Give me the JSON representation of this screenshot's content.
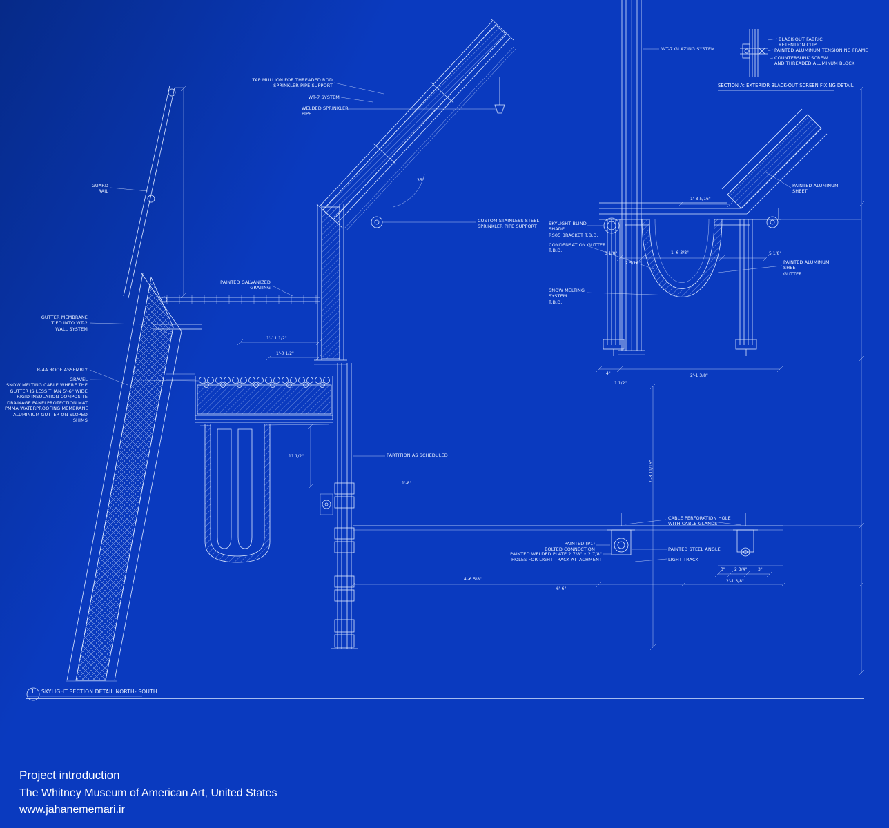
{
  "colors": {
    "background": "#0a3abf",
    "line": "#dce8ff",
    "text": "#eaf1ff",
    "footer_text": "#ffffff"
  },
  "drawing_title": {
    "bubble_number": "1",
    "title": "SKYLIGHT SECTION DETAIL NORTH- SOUTH"
  },
  "section_a": {
    "title": "SECTION A: EXTERIOR BLACK-OUT SCREEN FIXING DETAIL",
    "clip": [
      "BLACK-OUT FABRIC",
      "RETENTION CLIP"
    ],
    "frame": [
      "PAINTED ALUMINUM TENSIONING FRAME"
    ],
    "screw": [
      "COUNTERSUNK SCREW",
      "AND THREADED ALUMINUM BLOCK"
    ]
  },
  "labels": {
    "guard_rail": [
      "GUARD",
      "RAIL"
    ],
    "tap_mullion": [
      "TAP MULLION FOR THREADED ROD",
      "SPRINKLER PIPE SUPPORT"
    ],
    "wt7_system": [
      "WT-7 SYSTEM"
    ],
    "welded_sprinkler": [
      "WELDED SPRINKLER",
      "PIPE"
    ],
    "painted_grating": [
      "PAINTED GALVANIZED",
      "GRATING"
    ],
    "gutter_membrane": [
      "GUTTER MEMBRANE",
      "TIED INTO WT-2",
      "WALL SYSTEM"
    ],
    "r4a": [
      "R-4A ROOF ASSEMBLY"
    ],
    "roof_stack": [
      "GRAVEL",
      "SNOW MELTING CABLE WHERE THE",
      "GUTTER IS LESS THAN 5'-6\" WIDE",
      "RIGID INSULATION  COMPOSITE",
      "DRAINAGE PANELPROTECTION MAT",
      "PMMA WATERPROOFING MEMBRANE",
      "ALUMINIUM GUTTER ON SLOPED",
      "SHIMS"
    ],
    "custom_ss": [
      "CUSTOM STAINLESS STEEL",
      "SPRINKLER PIPE SUPPORT"
    ],
    "partition": [
      "PARTITION AS SCHEDULED"
    ],
    "skylight_blind": [
      "SKYLIGHT BLIND",
      "SHADE",
      "RS05 BRACKET T.B.D."
    ],
    "condensation": [
      "CONDENSATION GUTTER",
      "T.B.D."
    ],
    "snow_melting": [
      "SNOW MELTING",
      "SYSTEM",
      "T.B.D."
    ],
    "wt7_glazing": [
      "WT-7 GLAZING SYSTEM"
    ],
    "alum_sheet": [
      "PAINTED ALUMINUM",
      "SHEET"
    ],
    "alum_gutter": [
      "PAINTED ALUMINUM",
      "SHEET",
      "GUTTER"
    ],
    "cable_perf": [
      "CABLE PERFORATION HOLE",
      "WITH CABLE GLANDS"
    ],
    "painted_p1": [
      "PAINTED (P1)",
      "BOLTED CONNECTION"
    ],
    "welded_plate": [
      "PAINTED WELDED  PLATE 2 7/8\" x 2 7/8\"",
      "HOLES  FOR LIGHT  TRACK  ATTACHMENT"
    ],
    "steel_angle": [
      "PAINTED  STEEL  ANGLE"
    ],
    "light_track": [
      "LIGHT TRACK"
    ]
  },
  "dims": {
    "d_1_8_5_16": "1'-8 5/16\"",
    "d_3_1_8": "3 1/8\"",
    "d_2_5_16": "2 5/16\"",
    "d_1_6_3_8": "1'-6 3/8\"",
    "d_5_1_8": "5 1/8\"",
    "d_4": "4\"",
    "d_1_1_2": "1 1/2\"",
    "d_2_1_3_8_top": "2'-1 3/8\"",
    "d_7_3_11_16": "7'-3 11/16\"",
    "d_11_1_2": "11 1/2\"",
    "d_1_8": "1'-8\"",
    "d_1_11_1_2": "1'-11 1/2\"",
    "d_1_0_1_2": "1'-0 1/2\"",
    "d_4_6_5_8": "4'-6 5/8\"",
    "d_6_6": "6'-6\"",
    "d_2_1_3_8_bot": "2'-1 3/8\"",
    "d_3_a": "3\"",
    "d_2_3_4": "2 3/4\"",
    "d_3_b": "3\"",
    "d_angle": "35°"
  },
  "footer": {
    "line1": "Project introduction",
    "line2": "The Whitney Museum of American Art, United States",
    "line3": "www.jahanememari.ir"
  }
}
